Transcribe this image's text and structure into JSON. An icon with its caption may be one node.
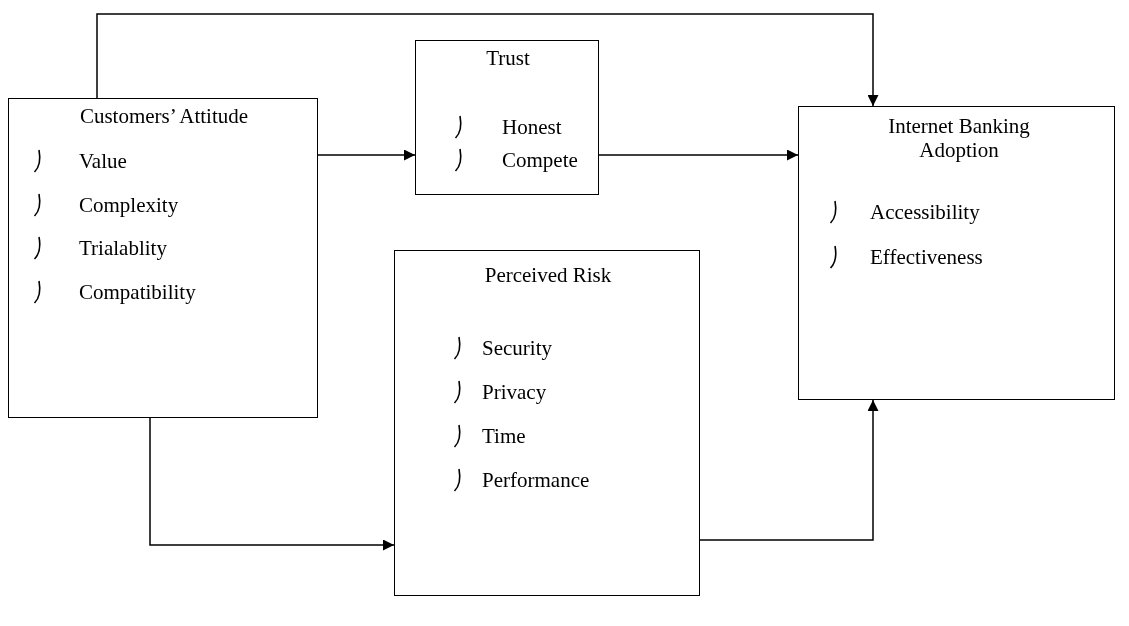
{
  "diagram": {
    "nodes": [
      {
        "text": [
          "Customers’ Attitude",
          "Value",
          "Complexity",
          "Trialablity",
          "Compatibility"
        ]
      },
      {
        "text": [
          "Trust",
          "Honest",
          "Compete"
        ]
      },
      {
        "text": [
          "Perceived Risk",
          "Security",
          "Privacy",
          "Time",
          "Performance"
        ]
      },
      {
        "text": [
          "Internet Banking Adoption",
          "Accessibility",
          "Effectiveness"
        ]
      }
    ],
    "edges": [
      {
        "from": 0,
        "to": 3,
        "arrow": "to"
      },
      {
        "from": 0,
        "to": 1,
        "arrow": "to"
      },
      {
        "from": 1,
        "to": 3,
        "arrow": "to"
      },
      {
        "from": 0,
        "to": 2,
        "arrow": "to"
      },
      {
        "from": 2,
        "to": 3,
        "arrow": "to"
      }
    ]
  }
}
